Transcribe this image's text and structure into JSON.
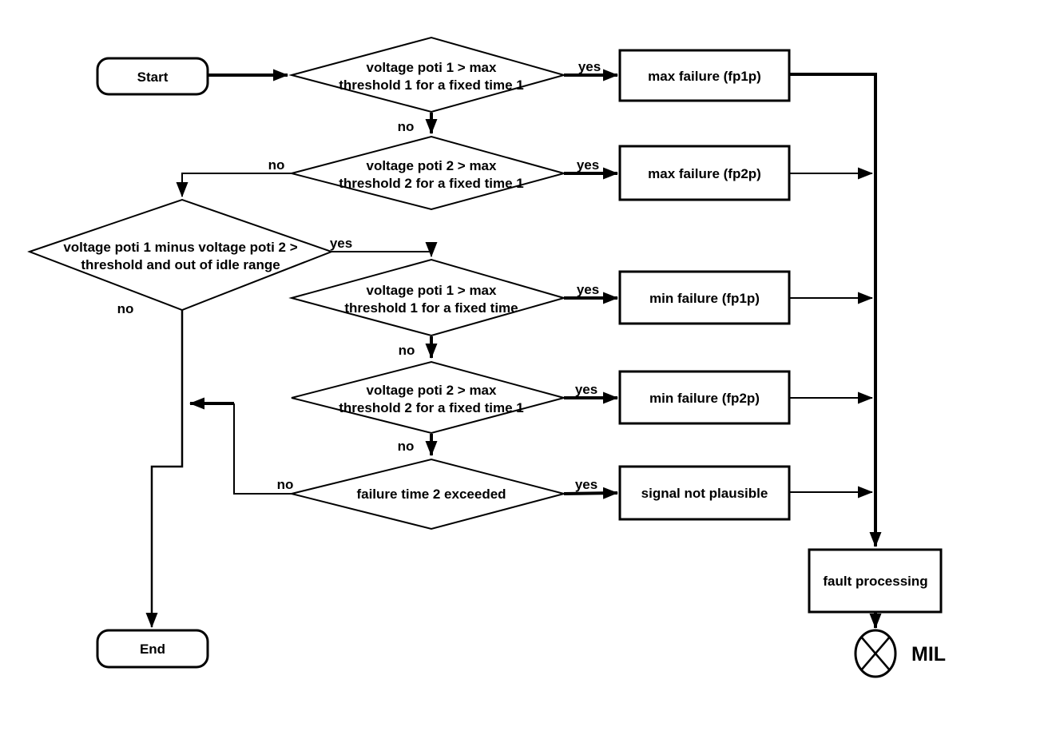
{
  "diagram": {
    "type": "flowchart",
    "colors": {
      "ink": "#000000",
      "background": "#ffffff"
    },
    "terminators": {
      "start": "Start",
      "end": "End"
    },
    "decisions": {
      "d1": {
        "line1": "voltage poti 1 > max",
        "line2": "threshold 1 for a fixed time 1"
      },
      "d2": {
        "line1": "voltage poti 2 > max",
        "line2": "threshold 2 for a fixed time 1"
      },
      "d3": {
        "line1": "voltage poti 1 minus voltage poti 2 >",
        "line2": "threshold and out of  idle range"
      },
      "d4": {
        "line1": "voltage poti 1 > max",
        "line2": "threshold 1 for a fixed time"
      },
      "d5": {
        "line1": "voltage poti 2 > max",
        "line2": "threshold 2 for a fixed time 1"
      },
      "d6": {
        "line1": "failure time 2 exceeded"
      }
    },
    "processes": {
      "p1": "max failure (fp1p)",
      "p2": "max failure (fp2p)",
      "p3": "min failure (fp1p)",
      "p4": "min failure (fp2p)",
      "p5": "signal not plausible",
      "p6": "fault processing"
    },
    "edge_labels": {
      "yes": "yes",
      "no": "no"
    },
    "indicator": {
      "label": "MIL",
      "symbol": "lamp-circle-x"
    }
  }
}
